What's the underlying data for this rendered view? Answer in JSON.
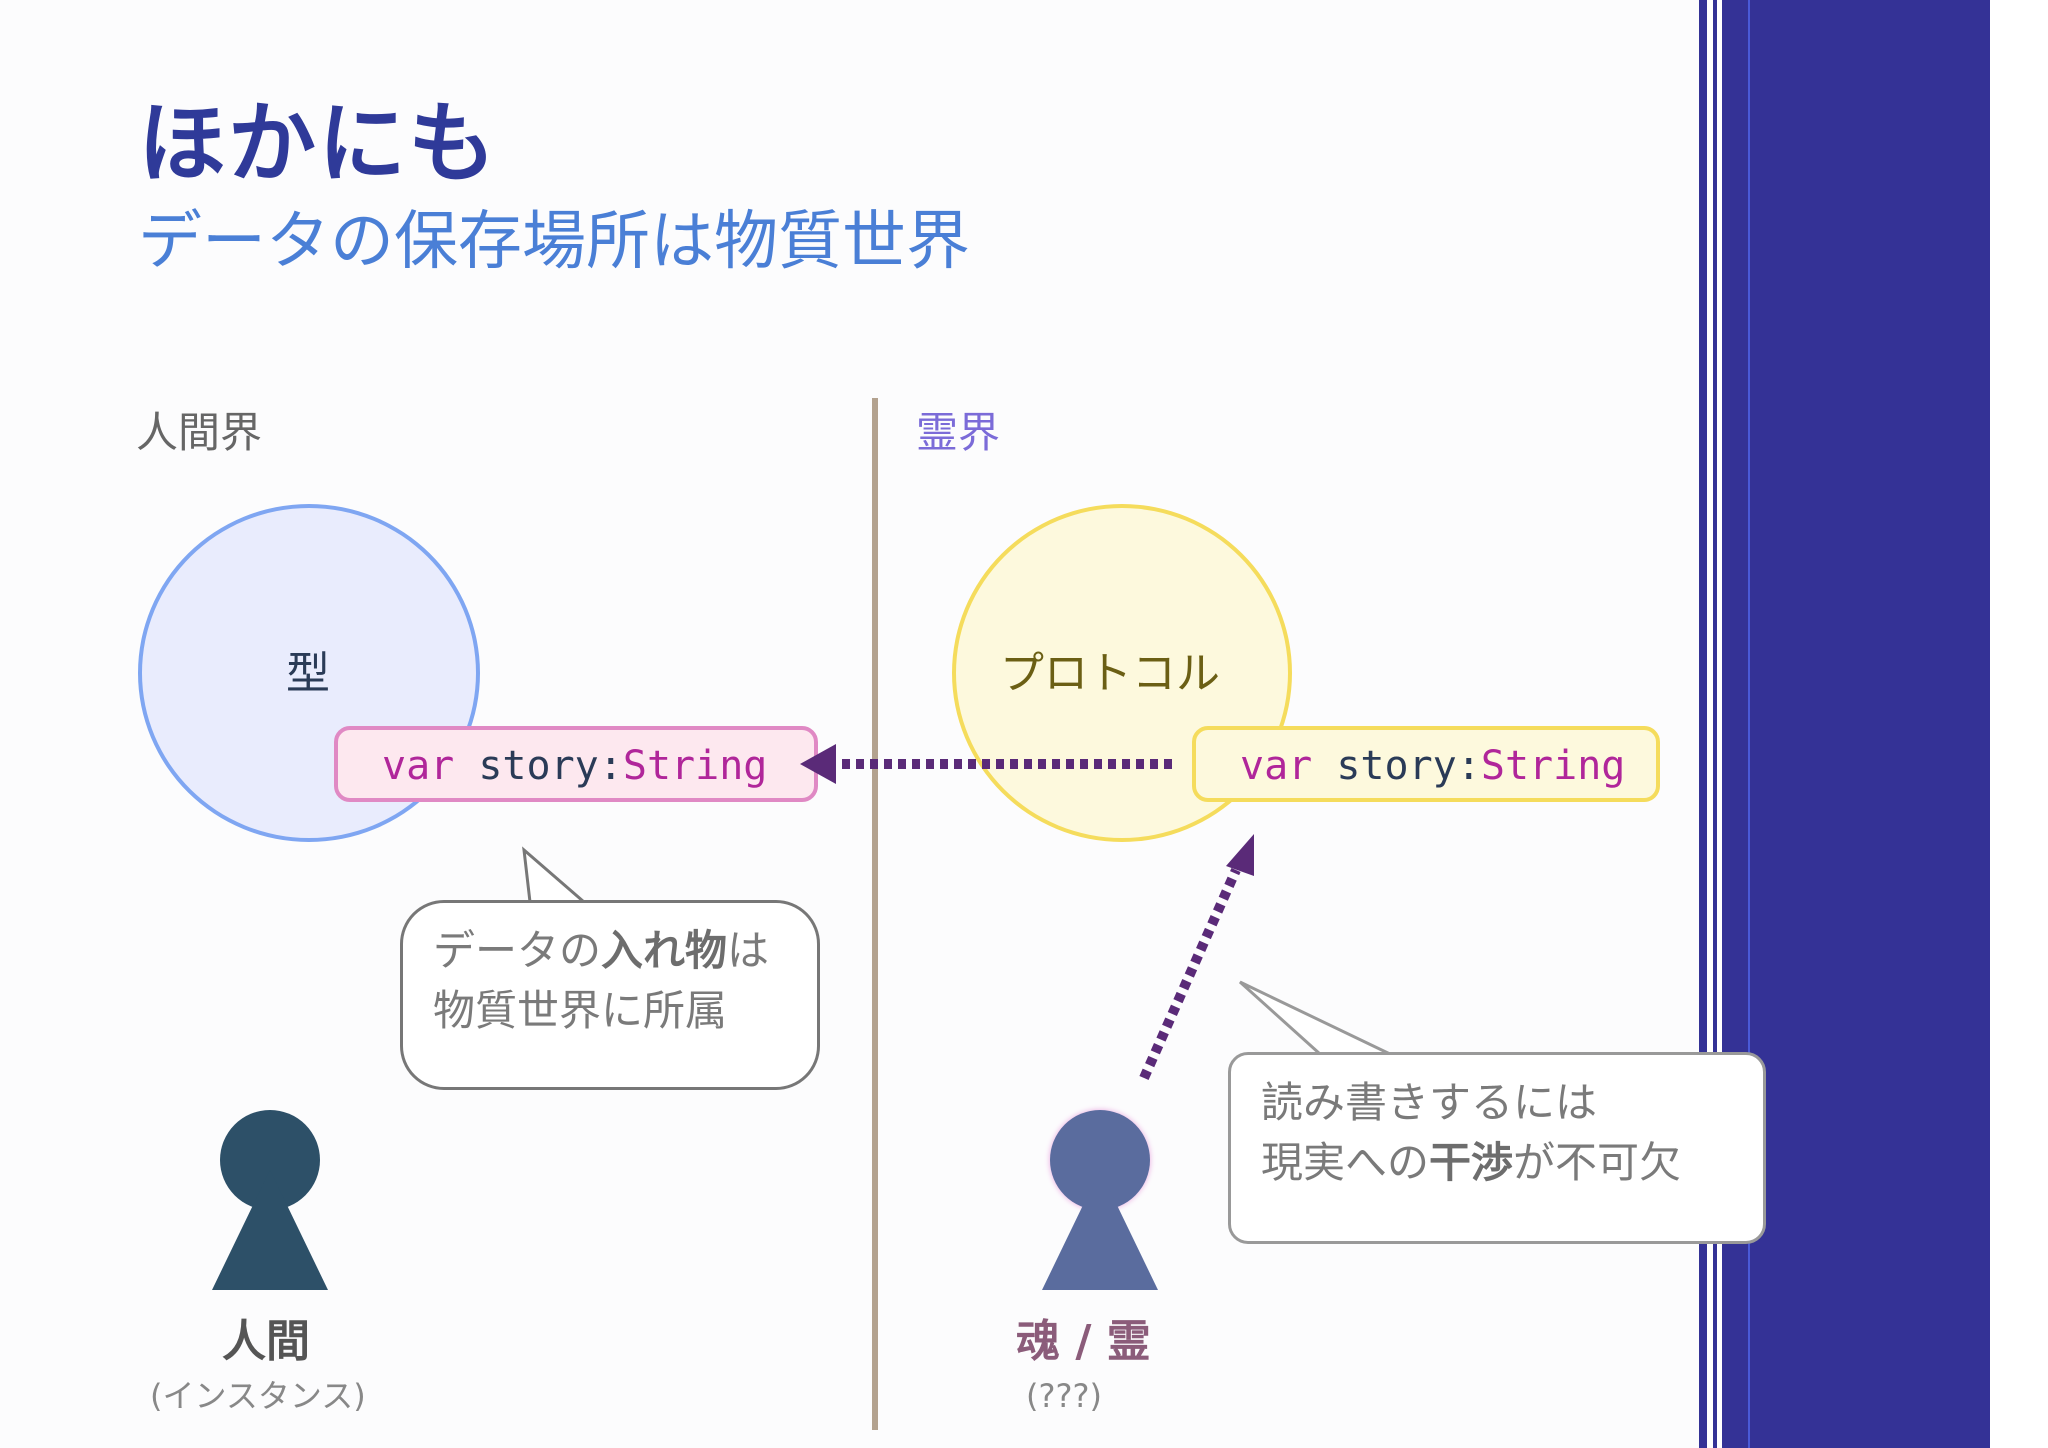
{
  "slide": {
    "title": "ほかにも",
    "subtitle": "データの保存場所は物質世界"
  },
  "left": {
    "heading": "人間界",
    "circle_label": "型",
    "code": {
      "keyword": "var",
      "name": "story",
      "colon": ":",
      "type": "String"
    },
    "bubble": {
      "line1_pre": "データの",
      "line1_bold": "入れ物",
      "line1_post": "は",
      "line2": "物質世界に所属"
    },
    "person": {
      "name": "人間",
      "sub": "(インスタンス)"
    }
  },
  "right": {
    "heading": "霊界",
    "circle_label": "プロトコル",
    "code": {
      "keyword": "var",
      "name": "story",
      "colon": ":",
      "type": "String"
    },
    "bubble": {
      "line1": "読み書きするには",
      "line2_pre": "現実への",
      "line2_bold": "干渉",
      "line2_post": "が不可欠"
    },
    "person": {
      "name": "魂 / 霊",
      "sub": "(???)"
    }
  },
  "colors": {
    "navy_band": "#343296",
    "title": "#2f3a99",
    "subtitle": "#4a7fd6",
    "type_circle": "#7fa6f2",
    "protocol_circle": "#f5dc5c",
    "arrow": "#5a2a78",
    "divider": "#b3a28f",
    "human": "#2d5068",
    "soul": "#5a6c9e",
    "spirit_heading": "#7b6bd8"
  }
}
